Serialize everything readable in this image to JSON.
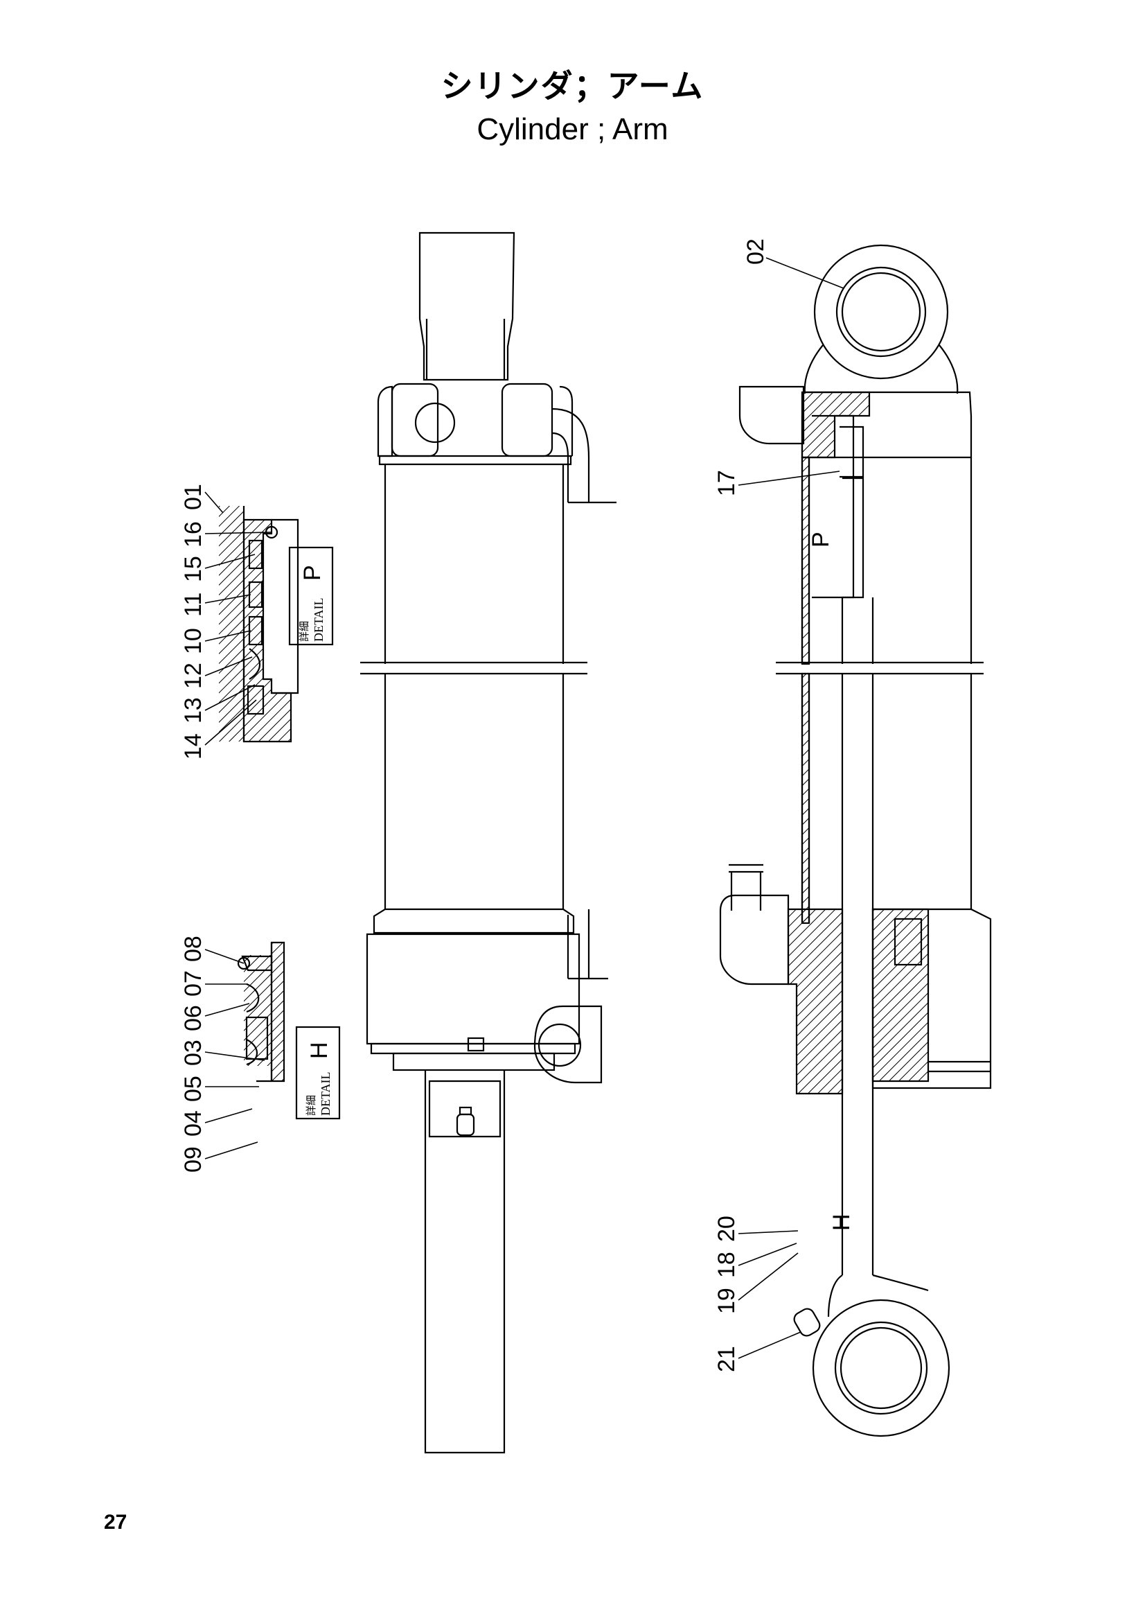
{
  "title_jp": "シリンダ；アーム",
  "title_en": "Cylinder ; Arm",
  "page_number": "27",
  "detail_p": {
    "jp": "詳細",
    "en": "DETAIL",
    "letter": "P"
  },
  "detail_h": {
    "jp": "詳細",
    "en": "DETAIL",
    "letter": "H"
  },
  "inline_labels": {
    "p": "P",
    "h": "H"
  },
  "labels_detail_p": [
    "01",
    "16",
    "15",
    "11",
    "10",
    "12",
    "13",
    "14"
  ],
  "labels_detail_h": [
    "08",
    "07",
    "06",
    "03",
    "05",
    "04",
    "09"
  ],
  "labels_section": [
    "02",
    "17",
    "20",
    "18",
    "19",
    "21"
  ]
}
